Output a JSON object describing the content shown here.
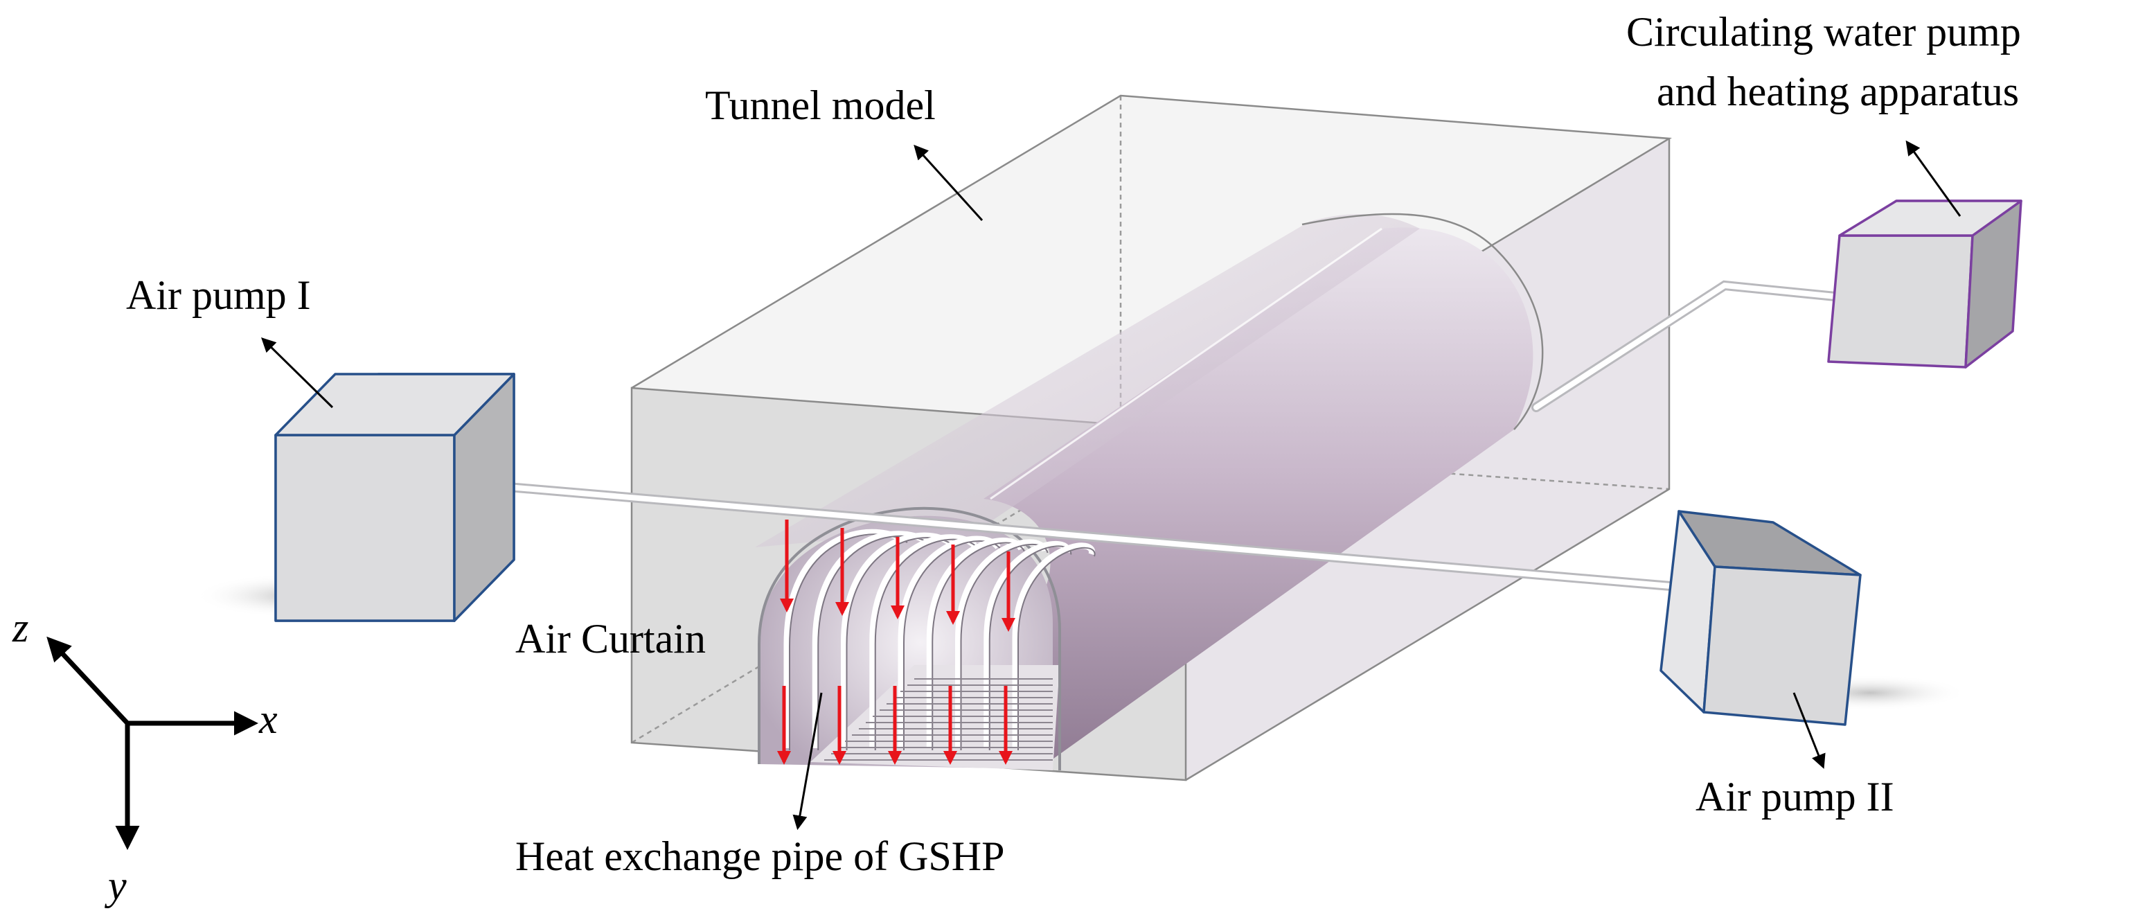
{
  "labels": {
    "tunnel_model": "Tunnel model",
    "circulating_pump_line1": "Circulating water pump",
    "circulating_pump_line2": "and heating apparatus",
    "air_pump_1": "Air pump I",
    "air_pump_2": "Air pump II",
    "air_curtain": "Air Curtain",
    "heat_exchange_pipe": "Heat exchange pipe of GSHP"
  },
  "axes": {
    "x": "x",
    "y": "y",
    "z": "z"
  },
  "colors": {
    "air_pump_edge": "#27508a",
    "circulating_pump_edge": "#7b3fa0",
    "air_curtain_arrow": "#e8141b",
    "tunnel_face": "#dcdcde",
    "tube_body": "#c6b8c8"
  },
  "components": {
    "air_curtain_arrow_count_top": 5,
    "air_curtain_arrow_count_bottom": 5
  }
}
